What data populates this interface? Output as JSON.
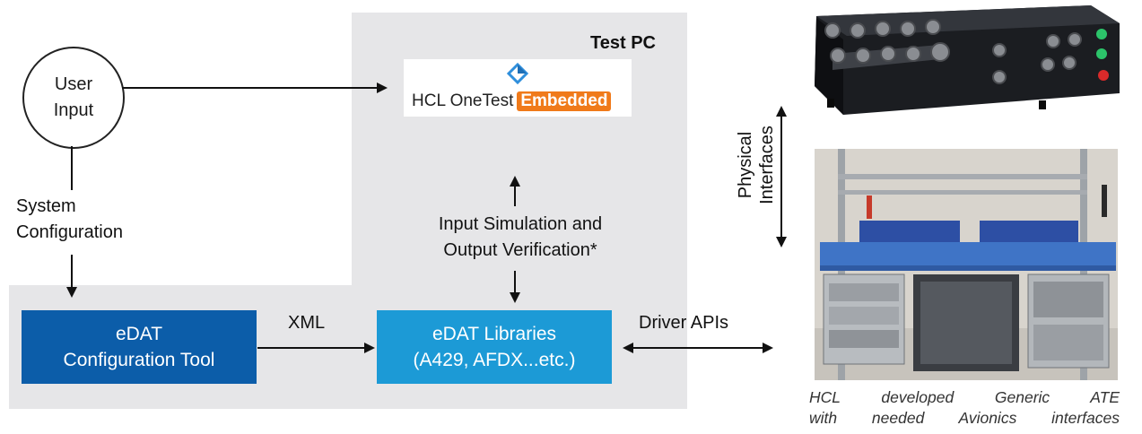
{
  "user_input": {
    "line1": "User",
    "line2": "Input"
  },
  "system_configuration": {
    "line1": "System",
    "line2": "Configuration"
  },
  "test_pc_label": "Test PC",
  "logo": {
    "brand": "HCL OneTest",
    "badge": "Embedded"
  },
  "input_simulation": {
    "line1": "Input Simulation and",
    "line2": "Output Verification*"
  },
  "config_tool": {
    "line1": "eDAT",
    "line2": "Configuration Tool"
  },
  "libraries": {
    "line1": "eDAT Libraries",
    "line2": "(A429, AFDX...etc.)"
  },
  "xml_label": "XML",
  "driver_apis_label": "Driver APIs",
  "physical_interfaces": {
    "line1": "Physical",
    "line2": "Interfaces"
  },
  "ate_caption": {
    "line1": "HCL developed Generic ATE",
    "line2": "with needed Avionics interfaces"
  },
  "colors": {
    "config_tool_box": "#0c5da9",
    "libraries_box": "#1c9ad6",
    "panel": "#e6e6e8",
    "logo_accent": "#f07a1a"
  }
}
